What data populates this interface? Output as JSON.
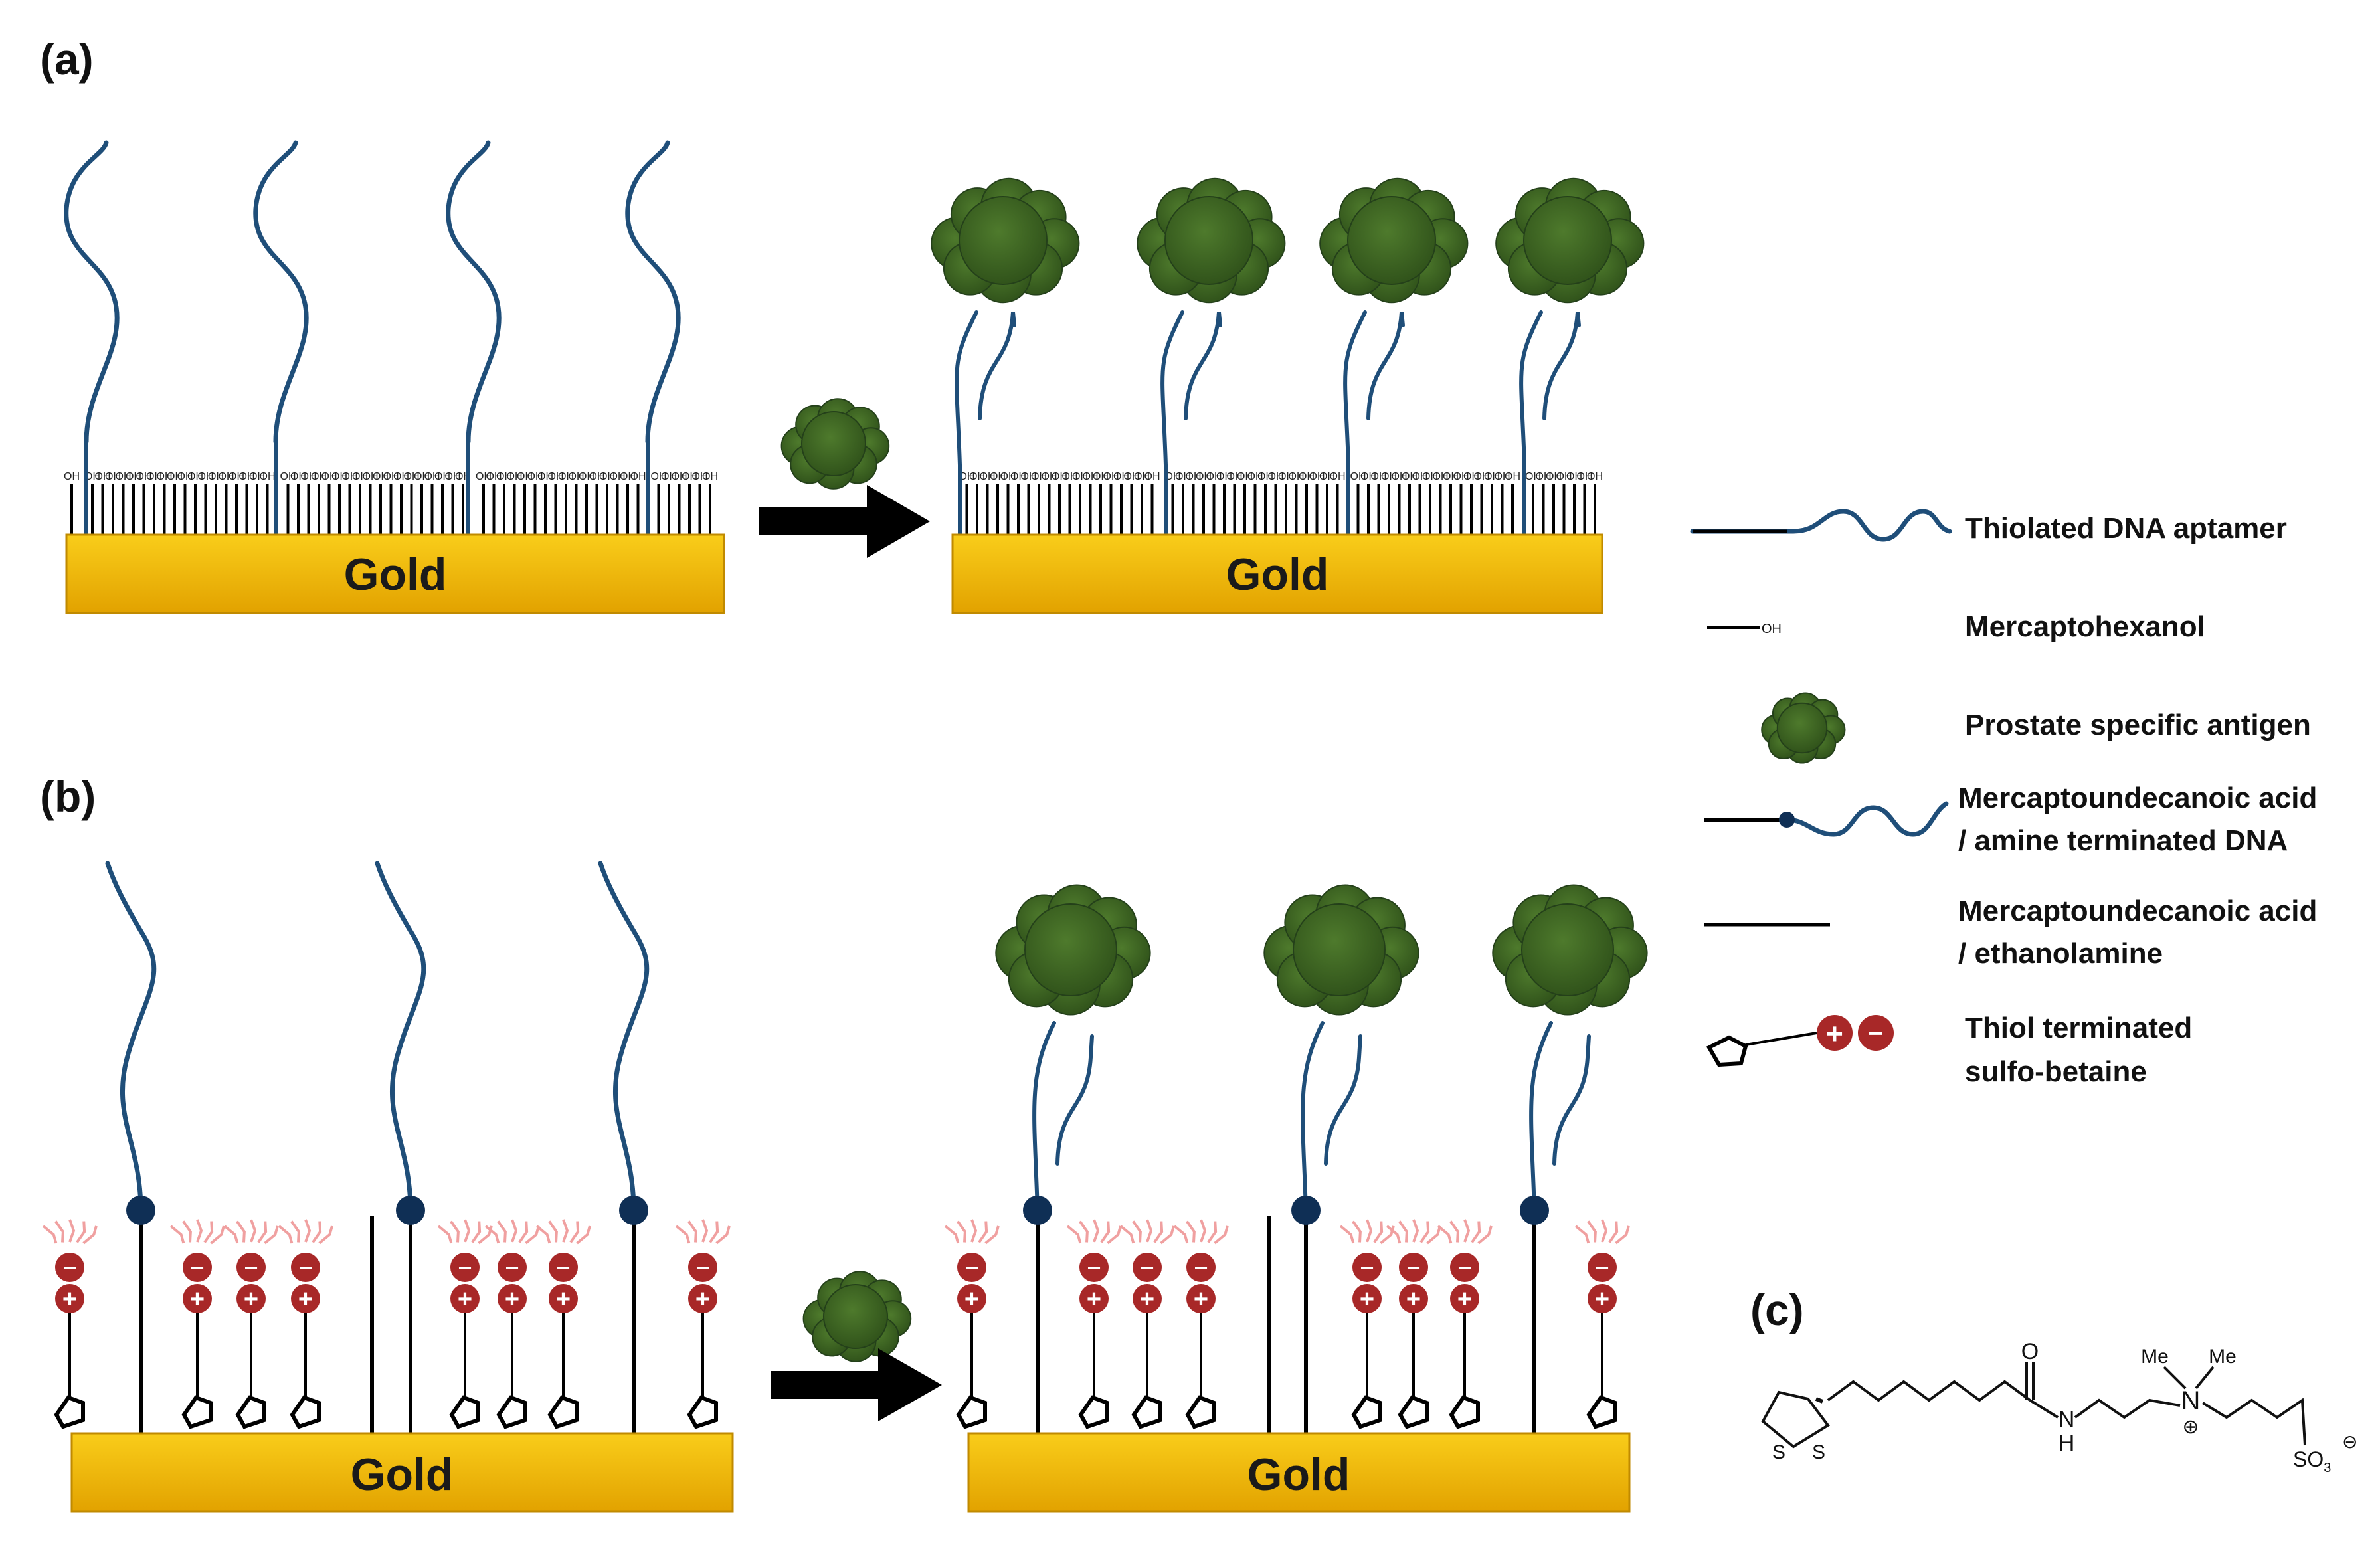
{
  "panels": {
    "a": "(a)",
    "b": "(b)",
    "c": "(c)"
  },
  "substrate_label": "Gold",
  "legend": {
    "thiolated_dna": "Thiolated DNA aptamer",
    "mch_oh": "OH",
    "mch": "Mercaptohexanol",
    "psa": "Prostate specific antigen",
    "mua_dna_1": "Mercaptoundecanoic acid",
    "mua_dna_2": "/ amine terminated DNA",
    "mua_eth_1": "Mercaptoundecanoic acid",
    "mua_eth_2": "/ ethanolamine",
    "sb_1": "Thiol terminated",
    "sb_2": "sulfo-betaine"
  },
  "charges": {
    "plus": "+",
    "minus": "−"
  },
  "chem": {
    "me1": "Me",
    "me2": "Me",
    "n": "N",
    "n_charge": "⊕",
    "o": "O",
    "nh_n": "N",
    "nh_h": "H",
    "s1": "S",
    "s2": "S",
    "so3": "SO",
    "so3_sub": "3",
    "so3_charge": "⊖"
  },
  "colors": {
    "dna": "#1f4e79",
    "gold_top": "#f7c600",
    "gold_bottom": "#e3a400",
    "protein": "#35591f",
    "charge": "#a82828",
    "hydration": "#f0a0a0",
    "anchor": "#0f2f55"
  }
}
